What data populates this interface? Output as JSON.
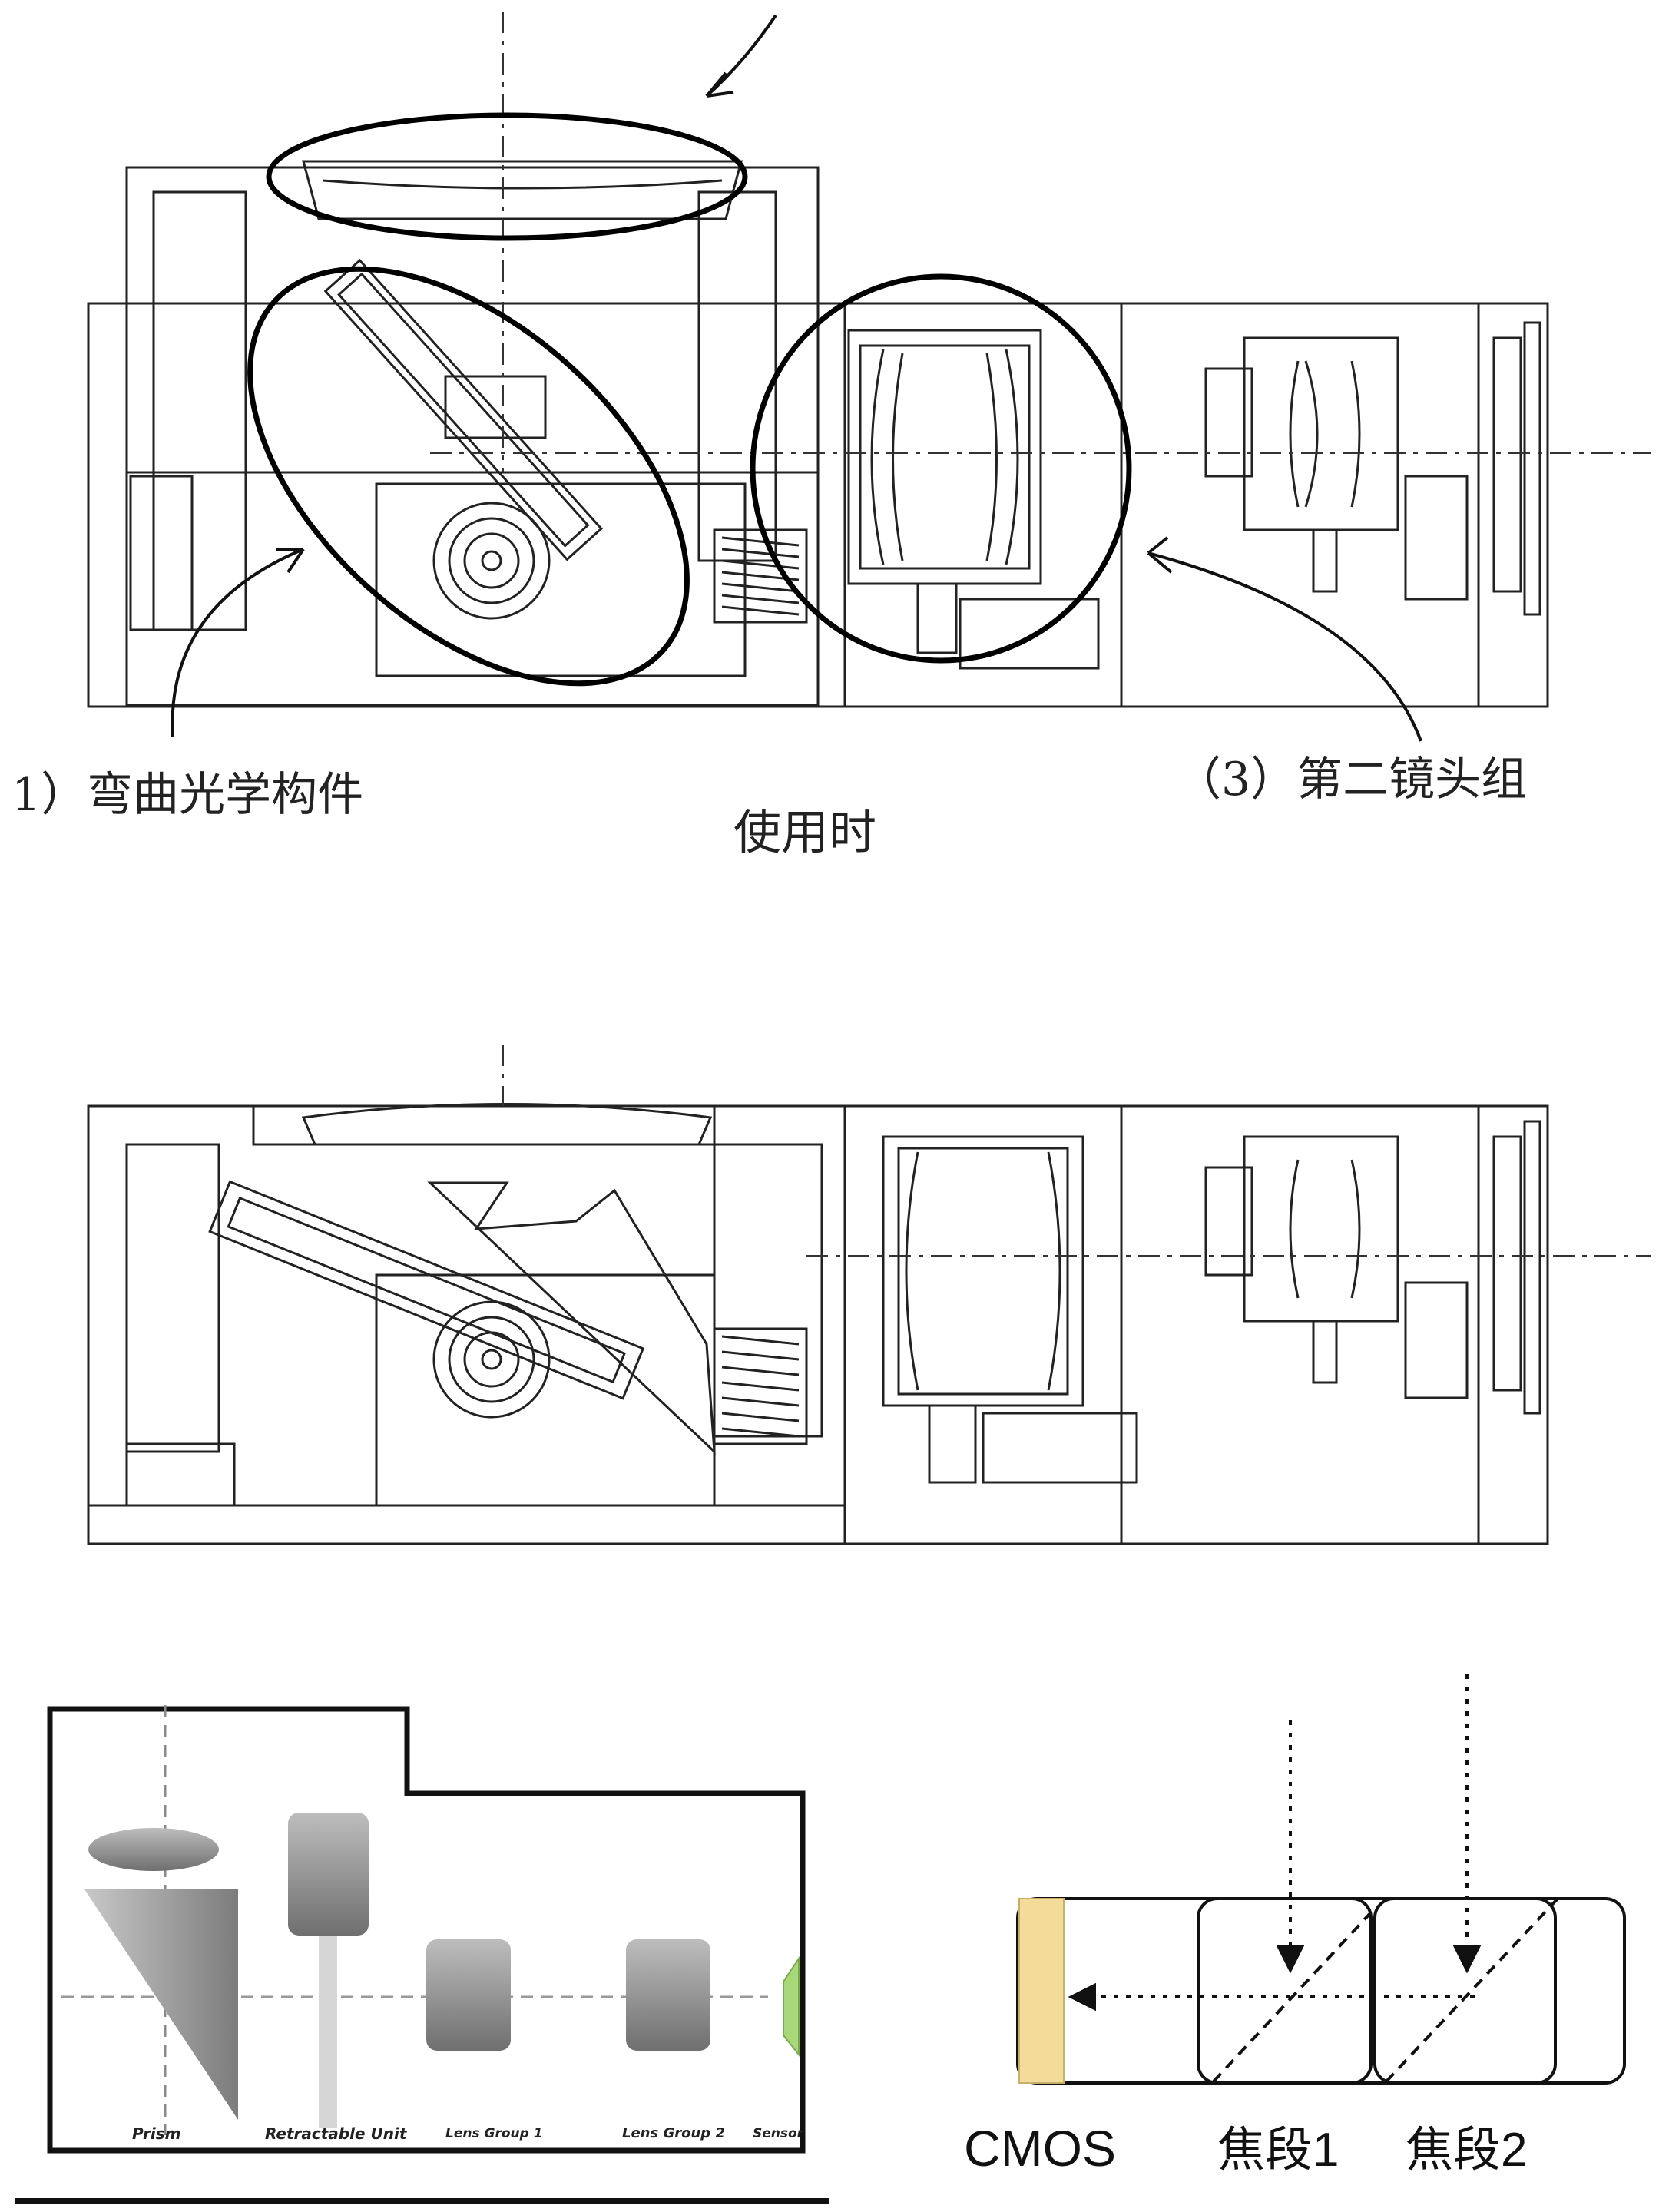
{
  "top_diagram": {
    "label_left": "1）弯曲光学构件",
    "label_right": "（3）第二镜头组",
    "caption": "使用时"
  },
  "bottom_left_diagram": {
    "labels": [
      "Prism",
      "Retractable Unit",
      "Lens Group 1",
      "Lens Group 2",
      "Sensor"
    ],
    "colors": {
      "sensor": "#a8d878",
      "parts": "#8a8a8a"
    }
  },
  "bottom_right_diagram": {
    "labels": [
      "CMOS",
      "焦段1",
      "焦段2"
    ],
    "colors": {
      "cmos": "#f3dc9a"
    }
  }
}
